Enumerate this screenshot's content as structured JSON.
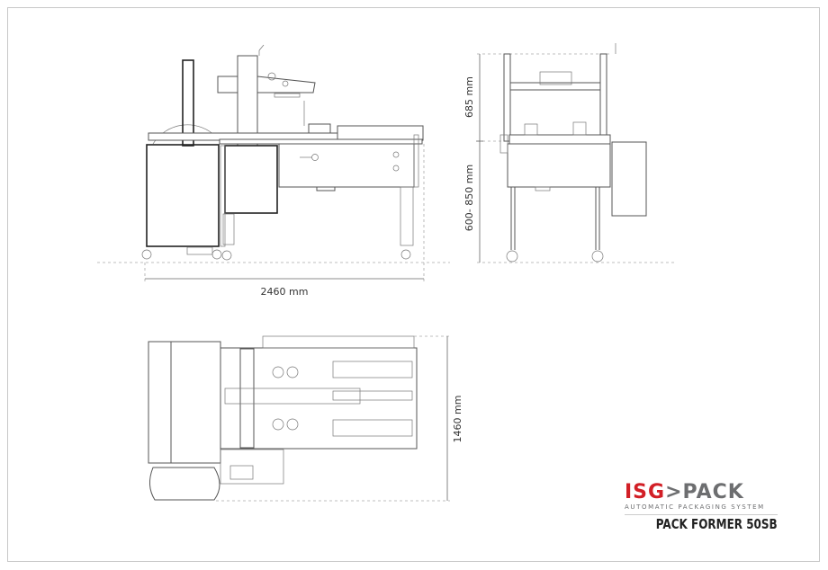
{
  "dimensions": {
    "length": "2460 mm",
    "upper_height": "685 mm",
    "table_height": "600- 850 mm",
    "width": "1460 mm"
  },
  "logo": {
    "brand_left": "ISG",
    "brand_separator": ">",
    "brand_right": "PACK",
    "tagline": "AUTOMATIC PACKAGING SYSTEM",
    "colors": {
      "red": "#d21f26",
      "gray": "#6d6e70"
    }
  },
  "model_name": "PACK FORMER 50SB"
}
